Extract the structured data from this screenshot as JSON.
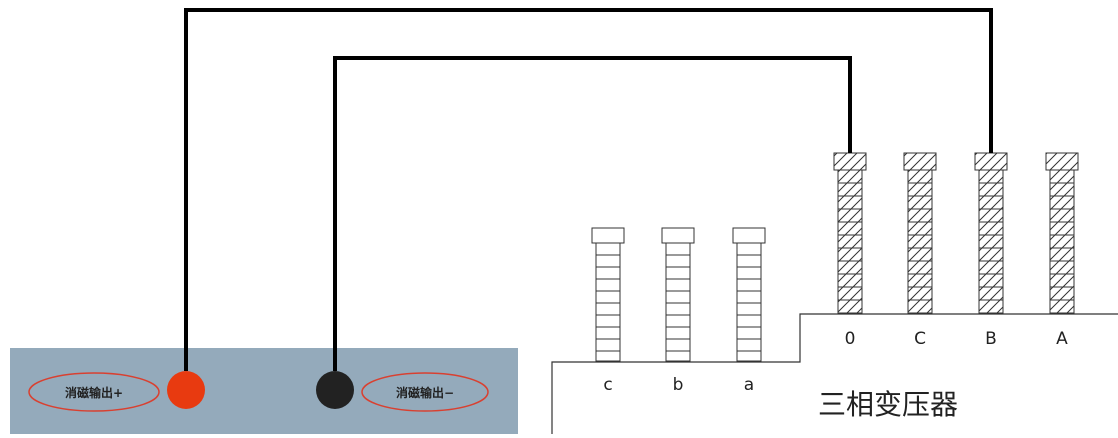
{
  "instrument": {
    "output_plus_label": "消磁输出+",
    "output_minus_label": "消磁输出−",
    "panel_color": "#94aabb",
    "plus_terminal_color": "#e83a10",
    "minus_terminal_color": "#222222",
    "label_outline_color": "#d94030"
  },
  "transformer": {
    "title": "三相变压器",
    "low_voltage_terminals": [
      "c",
      "b",
      "a"
    ],
    "high_voltage_terminals": [
      "0",
      "C",
      "B",
      "A"
    ]
  },
  "wiring": {
    "wire_color": "#000000",
    "connections": [
      {
        "from": "消磁输出+",
        "to": "B"
      },
      {
        "from": "消磁输出−",
        "to": "0"
      }
    ]
  }
}
